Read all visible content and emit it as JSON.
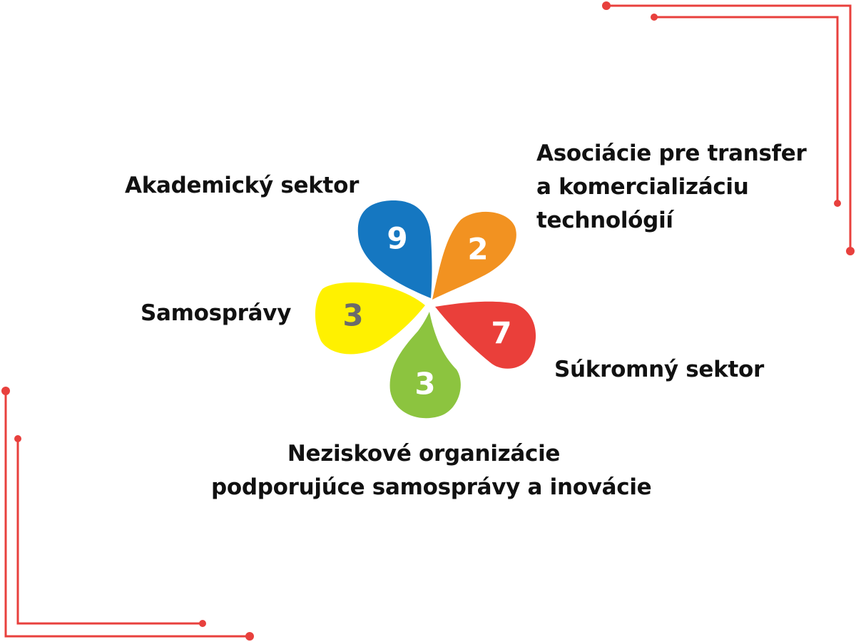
{
  "colors": {
    "frame": "#e8403d",
    "text": "#111111"
  },
  "petals": [
    {
      "id": "academic",
      "value": "9",
      "color": "#1577c1",
      "number_color": "#ffffff",
      "label": "Akademický sektor"
    },
    {
      "id": "associations",
      "value": "2",
      "color": "#f29221",
      "number_color": "#ffffff"
    },
    {
      "id": "private",
      "value": "7",
      "color": "#ea3f3a",
      "number_color": "#ffffff",
      "label": "Súkromný sektor"
    },
    {
      "id": "nonprofit",
      "value": "3",
      "color": "#8cc43f",
      "number_color": "#ffffff"
    },
    {
      "id": "municipalities",
      "value": "3",
      "color": "#fff100",
      "number_color": "#6b6b6b",
      "label": "Samosprávy"
    }
  ],
  "labels": {
    "associations_lines": [
      "Asociácie pre transfer",
      "a komercializáciu",
      "technológií"
    ],
    "nonprofit_lines": [
      "Neziskové organizácie",
      "podporujúce samosprávy a inovácie"
    ]
  }
}
